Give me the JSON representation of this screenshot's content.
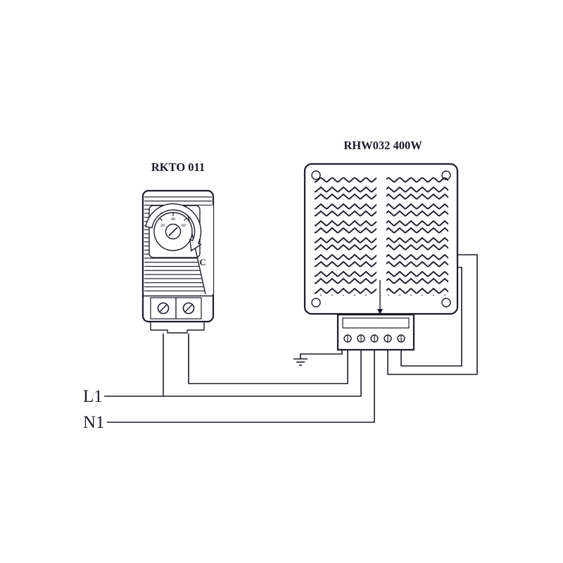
{
  "diagram": {
    "title_thermostat": "RKTO 011",
    "title_heater": "RHW032 400W",
    "power_labels": {
      "l1": "L1",
      "n1": "N1"
    },
    "thermostat_dial": {
      "numbers": [
        "20",
        "40",
        "60"
      ],
      "unit_letter": "C"
    },
    "ink_color": "#1c1c28",
    "background_color": "#ffffff"
  }
}
